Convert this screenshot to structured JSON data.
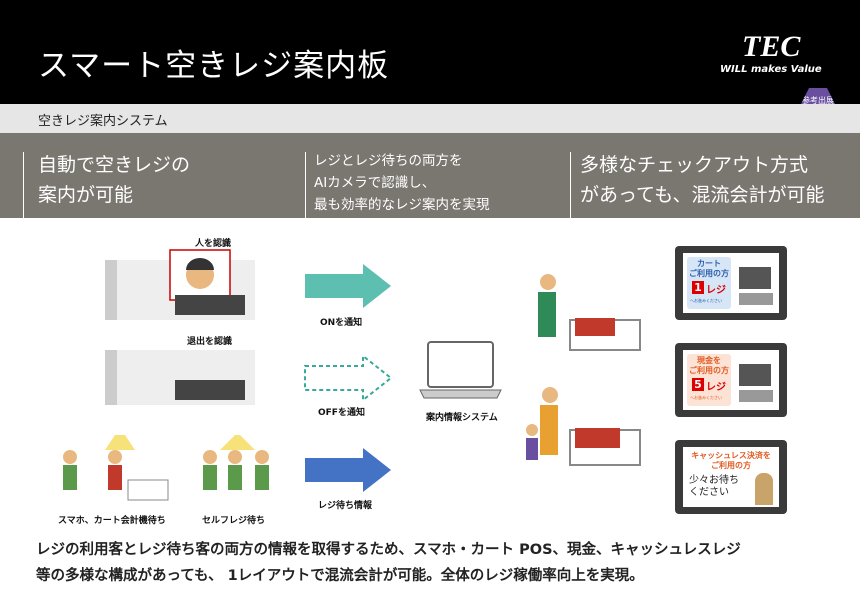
{
  "header": {
    "title": "スマート空きレジ案内板",
    "logo": "TEC",
    "tagline": "WILL makes Value",
    "badge": "参考出展"
  },
  "subtitle": "空きレジ案内システム",
  "features": [
    {
      "lines": [
        "自動で空きレジの",
        "案内が可能"
      ]
    },
    {
      "lines": [
        "レジとレジ待ちの両方を",
        "AIカメラで認識し、",
        "最も効率的なレジ案内を実現"
      ]
    },
    {
      "lines": [
        "多様なチェックアウト方式",
        "があっても、混流会計が可能"
      ]
    }
  ],
  "diagram": {
    "recognize_person": "人を認識",
    "recognize_exit": "退出を認識",
    "wait_smartphone": "スマホ、カート会計機待ち",
    "wait_self": "セルフレジ待ち",
    "arrow_on": "ONを通知",
    "arrow_off": "OFFを通知",
    "arrow_wait": "レジ待ち情報",
    "system": "案内情報システム",
    "colors": {
      "teal": "#5cbfb0",
      "blue": "#4472c4",
      "purple": "#6a4fa0"
    }
  },
  "signs": [
    {
      "title": "カート\nご利用の方",
      "num": "1",
      "reji": "レジ",
      "note": "へお進みください",
      "bg": "#d6e6f7",
      "color": "#2a5faa"
    },
    {
      "title": "現金を\nご利用の方",
      "num": "5",
      "reji": "レジ",
      "note": "へお進みください",
      "bg": "#fde3d6",
      "color": "#e05a20"
    },
    {
      "title": "キャッシュレス決済を\nご利用の方",
      "msg": "少々お待ち\nください"
    }
  ],
  "footer": [
    "レジの利用客とレジ待ち客の両方の情報を取得するため、スマホ・カート POS、現金、キャッシュレスレジ",
    "等の多様な構成があっても、 1レイアウトで混流会計が可能。全体のレジ稼働率向上を実現。"
  ]
}
